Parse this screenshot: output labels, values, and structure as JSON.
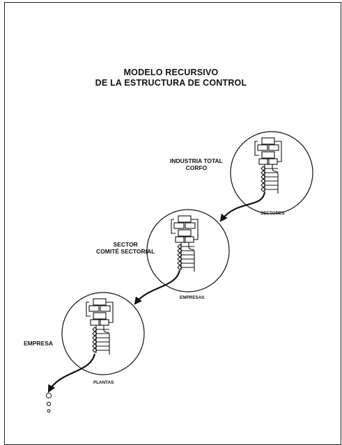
{
  "title": {
    "line1": "MODELO RECURSIVO",
    "line2": "DE LA ESTRUCTURA DE CONTROL"
  },
  "levels": [
    {
      "name": "industria-total",
      "label_line1": "INDUSTRIA TOTAL",
      "label_line2": "CORFO",
      "sublabel": "SECTORES"
    },
    {
      "name": "sector",
      "label_line1": "SECTOR",
      "label_line2": "COMITÉ SECTORIAL",
      "sublabel": "EMPRESAS"
    },
    {
      "name": "empresa",
      "label_line1": "EMPRESA",
      "label_line2": "",
      "sublabel": "PLANTAS"
    }
  ],
  "colors": {
    "ink": "#111111",
    "background": "#ffffff"
  }
}
